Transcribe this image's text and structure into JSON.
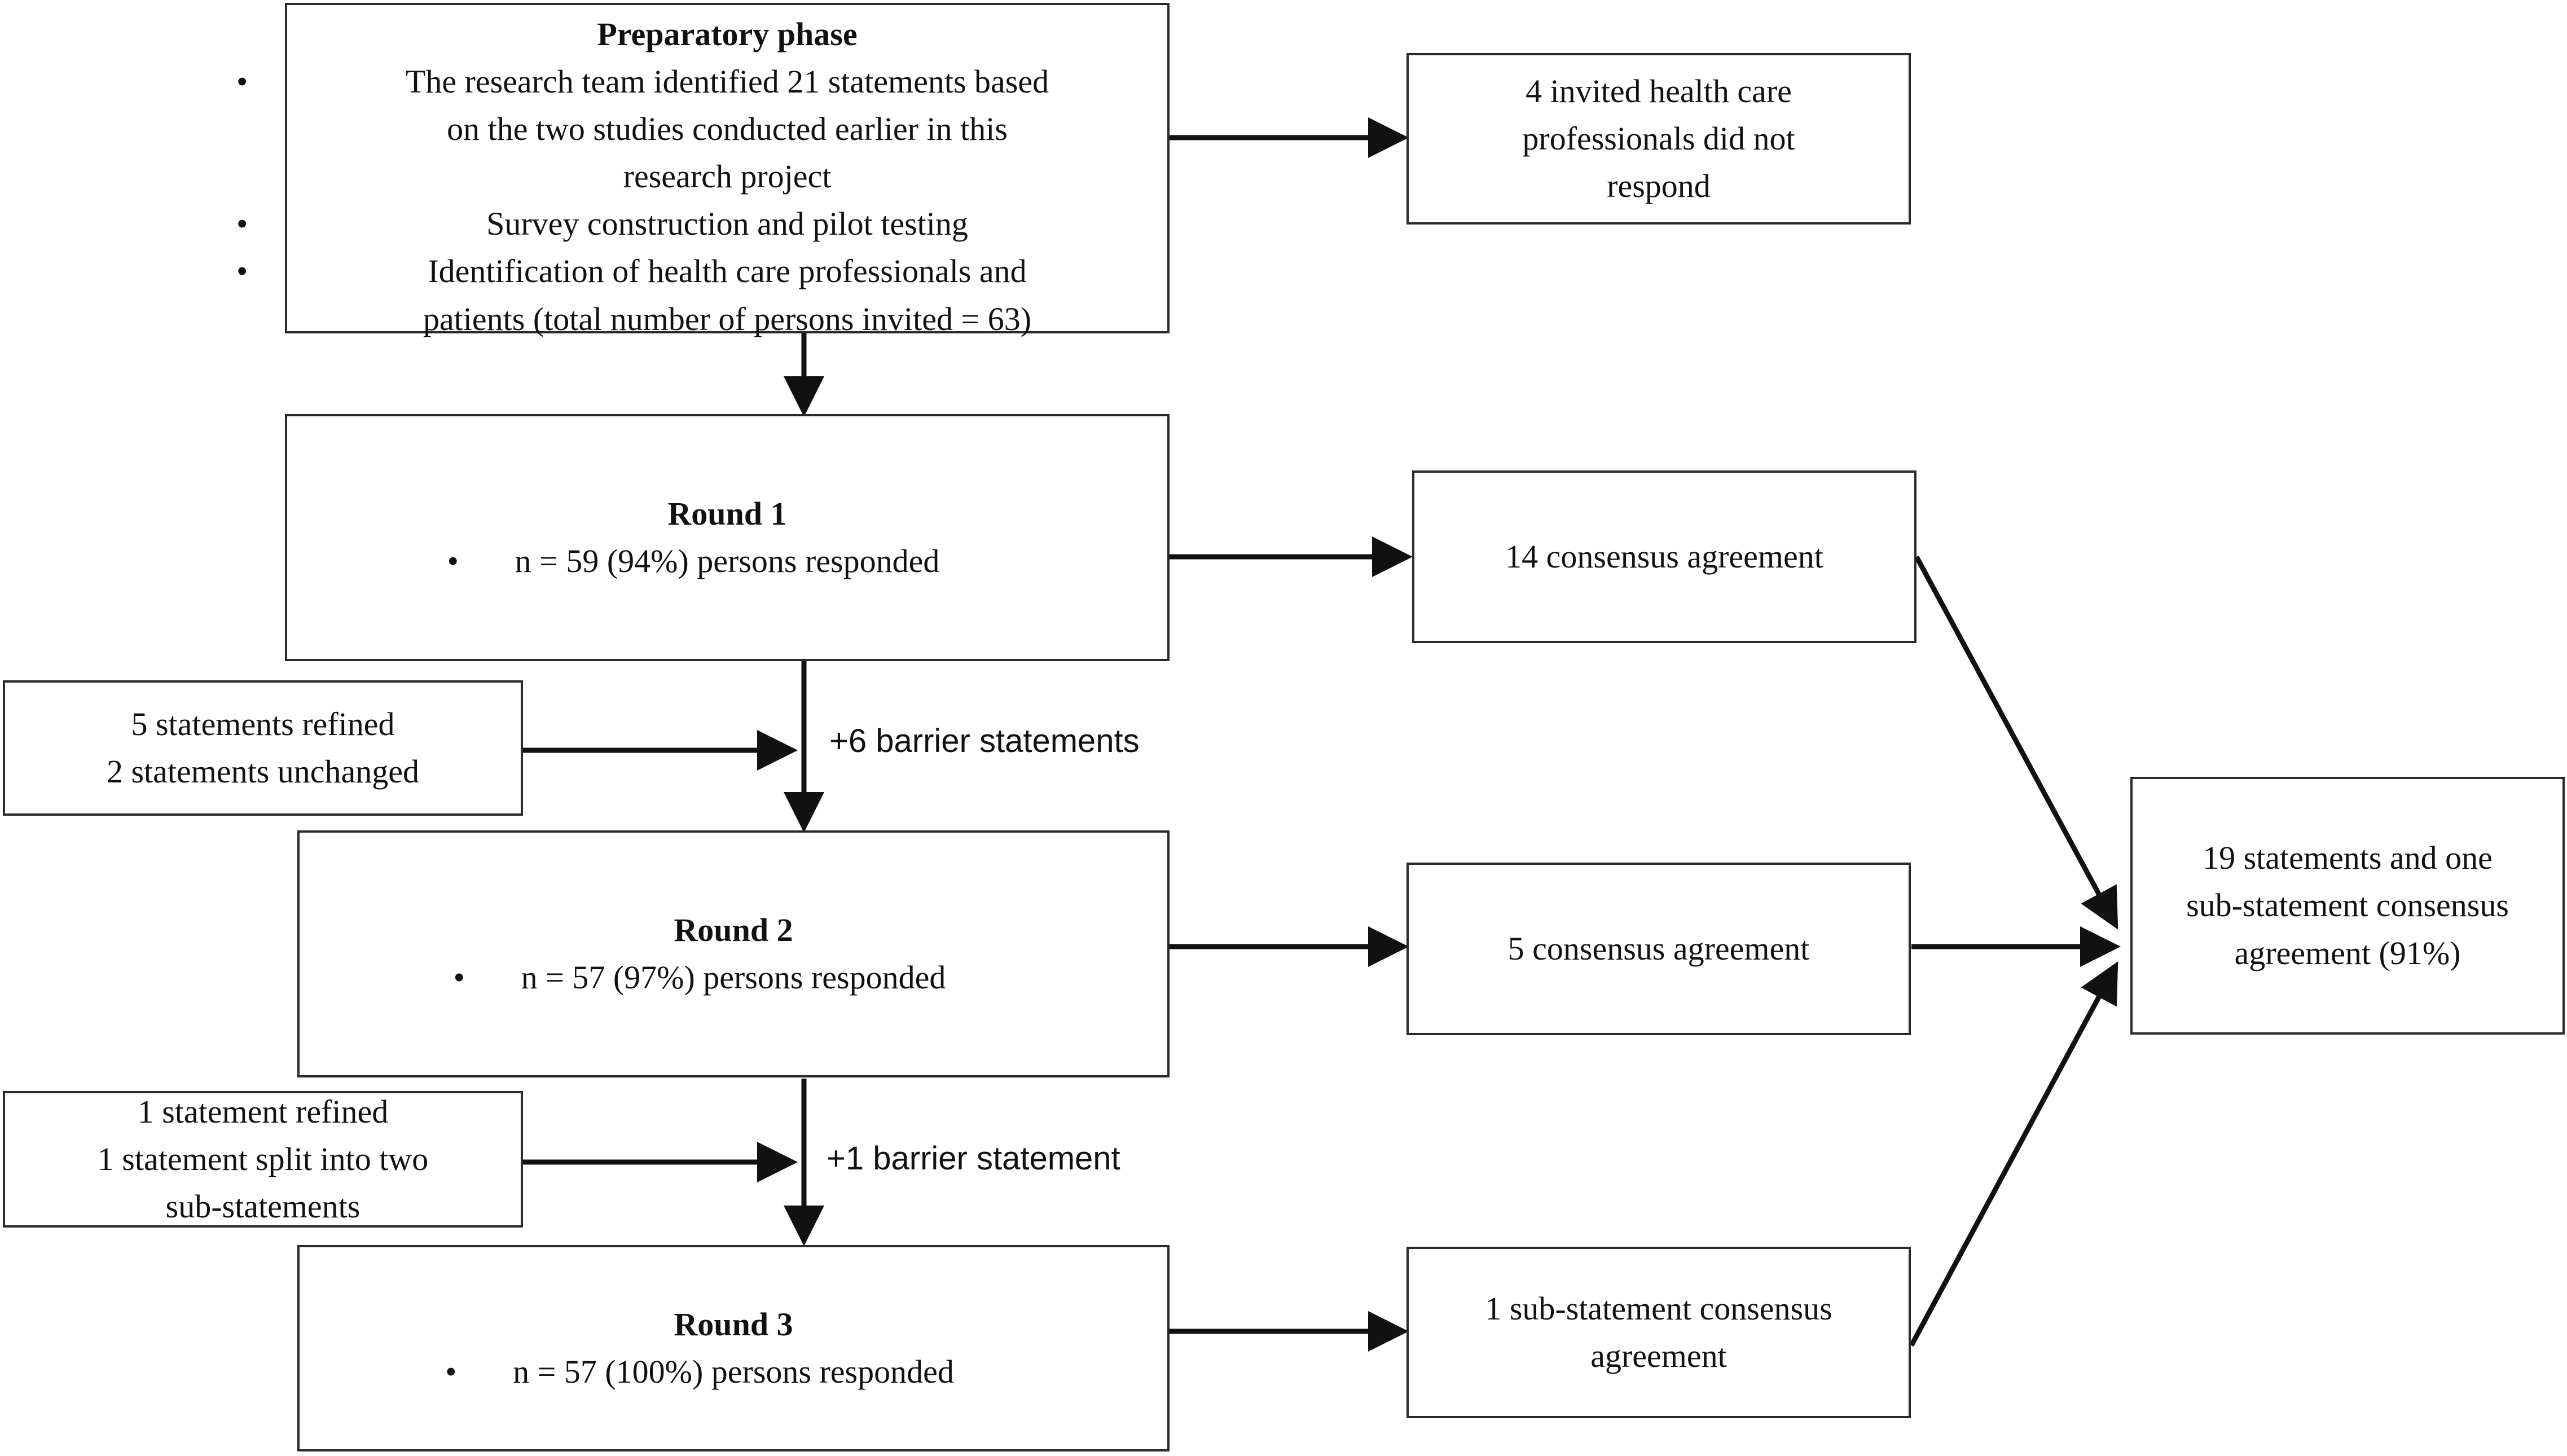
{
  "preparatory": {
    "title": "Preparatory phase",
    "bullet1_line1": "The research team identified  21 statements based",
    "bullet1_line2": "on the two studies conducted earlier  in this",
    "bullet1_line3": "research project",
    "bullet2": "Survey construction and pilot testing",
    "bullet3_line1": "Identification  of health  care professionals and",
    "bullet3_line2": "patients (total number of persons invited  = 63)"
  },
  "no_response": {
    "line1": "4 invited health  care",
    "line2": "professionals did not",
    "line3": "respond"
  },
  "round1": {
    "title": "Round 1",
    "bullet": "n = 59  (94%)  persons responded"
  },
  "round1_result": {
    "text": "14 consensus agreement"
  },
  "between_1_2": {
    "line1": "5 statements refined",
    "line2": "2 statements unchanged",
    "arrow_label": "+6 barrier statements"
  },
  "round2": {
    "title": "Round 2",
    "bullet": "n = 57  (97%)  persons responded"
  },
  "round2_result": {
    "text": "5 consensus agreement"
  },
  "between_2_3": {
    "line1": "1 statement refined",
    "line2": "1 statement split into two",
    "line3": "sub-statements",
    "arrow_label": "+1 barrier statement"
  },
  "round3": {
    "title": "Round 3",
    "bullet": "n = 57  (100%)  persons responded"
  },
  "round3_result": {
    "line1": "1 sub-statement consensus",
    "line2": "agreement"
  },
  "final": {
    "line1": "19 statements and one",
    "line2": "sub-statement consensus",
    "line3": "agreement  (91%)"
  },
  "colors": {
    "line": "#111111",
    "border": "#2a2a2a",
    "background": "#ffffff"
  }
}
